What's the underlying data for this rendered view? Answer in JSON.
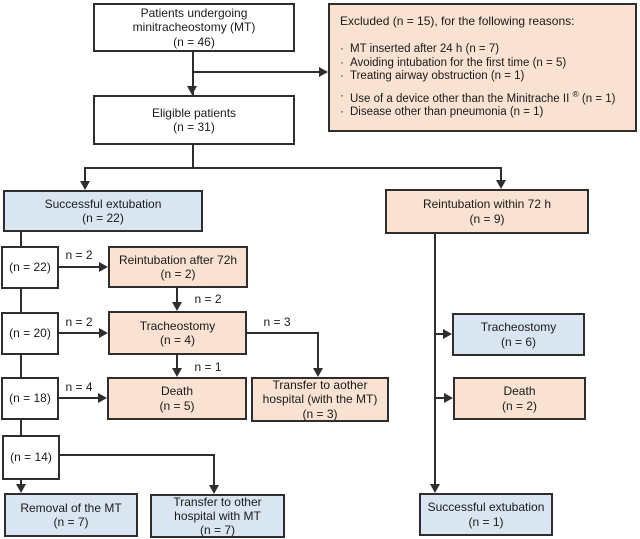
{
  "colors": {
    "peach": "#F9E2D1",
    "blue": "#D9E5F1",
    "white": "#FFFFFF",
    "line": "#2E2E2E",
    "text": "#1A1A1A"
  },
  "nodes": {
    "patients": "Patients undergoing\nminitracheostomy (MT)\n(n = 46)",
    "eligible": "Eligible patients\n(n = 31)",
    "successful_extubation_22": "Successful extubation\n(n = 22)",
    "reintubation_within_72h": "Reintubation within 72 h\n(n = 9)",
    "n22": "(n = 22)",
    "n20": "(n = 20)",
    "n18": "(n = 18)",
    "n14": "(n = 14)",
    "reintubation_after_72h": "Reintubation after 72h\n(n = 2)",
    "tracheostomy_4": "Tracheostomy\n(n = 4)",
    "death_5": "Death\n(n = 5)",
    "transfer_with_mt_3": "Transfer to aother\nhospital (with the MT)\n(n = 3)",
    "removal_of_mt_7": "Removal of the MT\n(n = 7)",
    "transfer_other_hospital_7": "Transfer to other\nhospital with MT\n(n = 7)",
    "tracheostomy_6": "Tracheostomy\n(n = 6)",
    "death_2": "Death\n(n = 2)",
    "successful_extubation_1": "Successful extubation\n(n = 1)"
  },
  "excluded": {
    "title": "Excluded (n = 15), for the following reasons:",
    "bullet": "·",
    "reasons": [
      "MT inserted after 24 h (n = 7)",
      "Avoiding intubation for the first time (n = 5)",
      "Treating airway obstruction (n = 1)"
    ],
    "reason_device": {
      "pre": "Use of a device other than the Minitrache II ",
      "sup": "®",
      "post": " (n = 1)"
    },
    "reason_last": "Disease other than pneumonia (n = 1)"
  },
  "edge_labels": {
    "n22_to_reint": "n = 2",
    "reint_to_trach": "n = 2",
    "n20_to_trach": "n = 2",
    "trach_to_transfer": "n = 3",
    "trach_to_death": "n = 1",
    "n18_to_death": "n = 4"
  }
}
